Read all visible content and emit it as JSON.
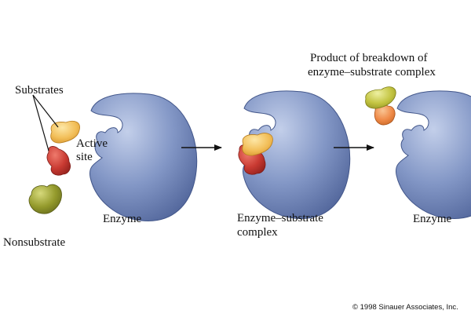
{
  "labels": {
    "substrates": "Substrates",
    "active_site_line1": "Active",
    "active_site_line2": "site",
    "nonsubstrate": "Nonsubstrate",
    "enzyme_left": "Enzyme",
    "complex_line1": "Enzyme–substrate",
    "complex_line2": "complex",
    "product_line1": "Product of breakdown of",
    "product_line2": "enzyme–substrate complex",
    "enzyme_right": "Enzyme",
    "copyright": "© 1998 Sinauer Associates, Inc."
  },
  "colors": {
    "enzyme": "#7d92c2",
    "enzyme_dark": "#4a5f93",
    "substrate_yellow": "#f2be58",
    "substrate_red": "#c93a32",
    "nonsubstrate": "#949a2c",
    "product_green": "#c3c441",
    "product_orange": "#ef8a48"
  }
}
